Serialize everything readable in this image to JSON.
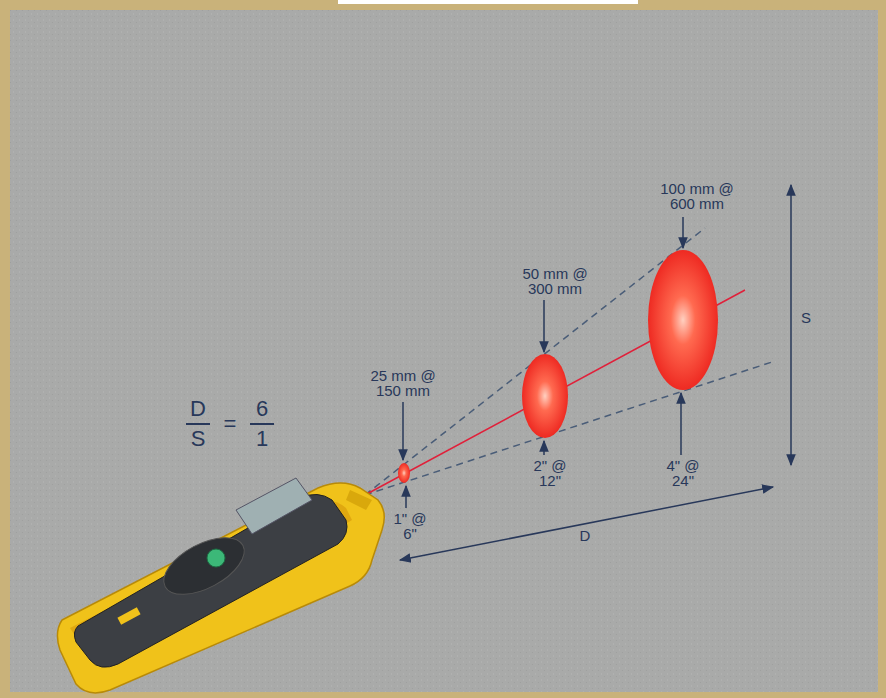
{
  "diagram": {
    "labels": [
      "D",
      "S",
      "=",
      "6",
      "1",
      "25 mm @ 150 mm",
      "1\" @ 6\"",
      "50 mm @ 300 mm",
      "2\" @ 12\"",
      "100 mm @ 600 mm",
      "4\" @ 24\"",
      "S",
      "D"
    ]
  }
}
